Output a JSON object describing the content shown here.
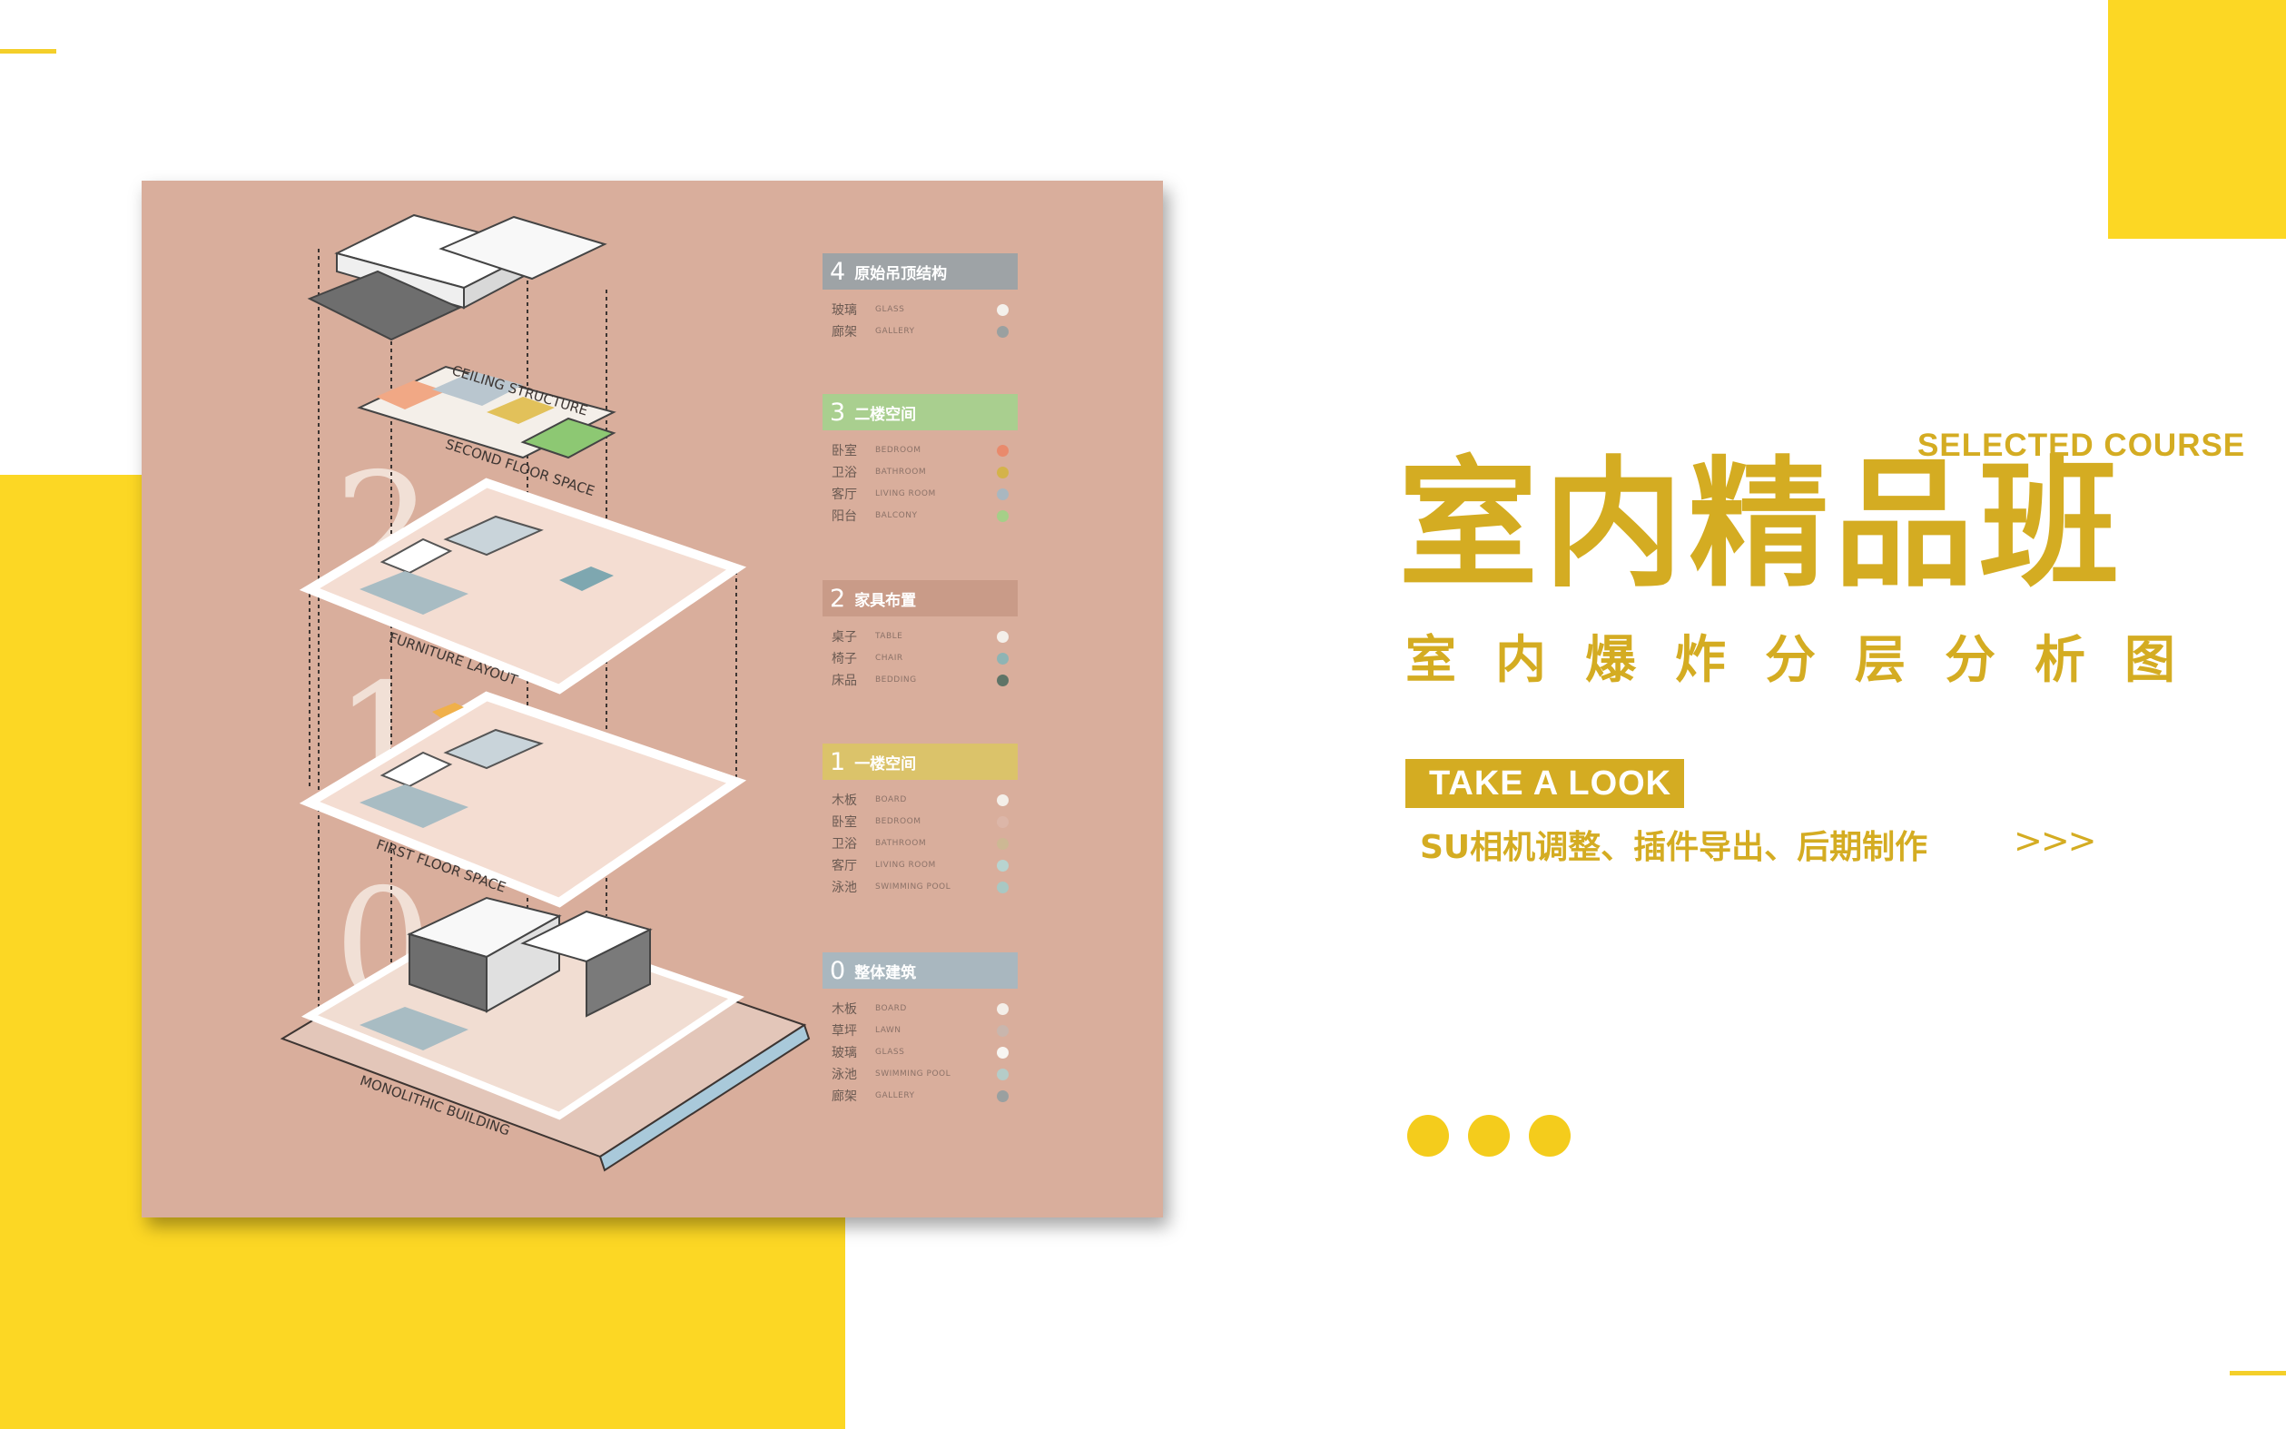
{
  "colors": {
    "accent": "#d4ac22",
    "yellow": "#fcd724",
    "poster_bg": "#d9ae9c"
  },
  "poster": {
    "big_numbers": [
      "2",
      "1",
      "0"
    ],
    "layer_labels": {
      "ceiling": "CEILING STRUCTURE",
      "second": "SECOND FLOOR SPACE",
      "furniture": "FURNITURE LAYOUT",
      "first": "FIRST FLOOR SPACE",
      "monolithic": "MONOLITHIC BUILDING"
    },
    "legend": [
      {
        "num": "4",
        "title": "原始吊顶结构",
        "color": "#9ea3a6",
        "items": [
          {
            "zh": "玻璃",
            "en": "GLASS",
            "dot": "#f4f1ec"
          },
          {
            "zh": "廊架",
            "en": "GALLERY",
            "dot": "#9aa0a0"
          }
        ]
      },
      {
        "num": "3",
        "title": "二楼空间",
        "color": "#a9cf8f",
        "items": [
          {
            "zh": "卧室",
            "en": "BEDROOM",
            "dot": "#e98a6c"
          },
          {
            "zh": "卫浴",
            "en": "BATHROOM",
            "dot": "#d4b34a"
          },
          {
            "zh": "客厅",
            "en": "LIVING ROOM",
            "dot": "#a9b7c0"
          },
          {
            "zh": "阳台",
            "en": "BALCONY",
            "dot": "#a5cf88"
          }
        ]
      },
      {
        "num": "2",
        "title": "家具布置",
        "color": "#c99b88",
        "items": [
          {
            "zh": "桌子",
            "en": "TABLE",
            "dot": "#f4efe9"
          },
          {
            "zh": "椅子",
            "en": "CHAIR",
            "dot": "#8fb4b4"
          },
          {
            "zh": "床品",
            "en": "BEDDING",
            "dot": "#5f7467"
          }
        ]
      },
      {
        "num": "1",
        "title": "一楼空间",
        "color": "#dbc36a",
        "items": [
          {
            "zh": "木板",
            "en": "BOARD",
            "dot": "#f4efe9"
          },
          {
            "zh": "卧室",
            "en": "BEDROOM",
            "dot": "#dcb6a8"
          },
          {
            "zh": "卫浴",
            "en": "BATHROOM",
            "dot": "#cdb894"
          },
          {
            "zh": "客厅",
            "en": "LIVING ROOM",
            "dot": "#b8d4d0"
          },
          {
            "zh": "泳池",
            "en": "SWIMMING POOL",
            "dot": "#a9c8c3"
          }
        ]
      },
      {
        "num": "0",
        "title": "整体建筑",
        "color": "#a9b7bf",
        "items": [
          {
            "zh": "木板",
            "en": "BOARD",
            "dot": "#f4efe9"
          },
          {
            "zh": "草坪",
            "en": "LAWN",
            "dot": "#c9b6ad"
          },
          {
            "zh": "玻璃",
            "en": "GLASS",
            "dot": "#f8f6f2"
          },
          {
            "zh": "泳池",
            "en": "SWIMMING POOL",
            "dot": "#b5ccc8"
          },
          {
            "zh": "廊架",
            "en": "GALLERY",
            "dot": "#9aa0a0"
          }
        ]
      }
    ]
  },
  "hero": {
    "selected": "SELECTED COURSE",
    "title": "室内精品班",
    "subtitle": "室内爆炸分层分析图",
    "button": "TAKE A LOOK",
    "description": "SU相机调整、插件导出、后期制作",
    "arrows": ">>>"
  }
}
